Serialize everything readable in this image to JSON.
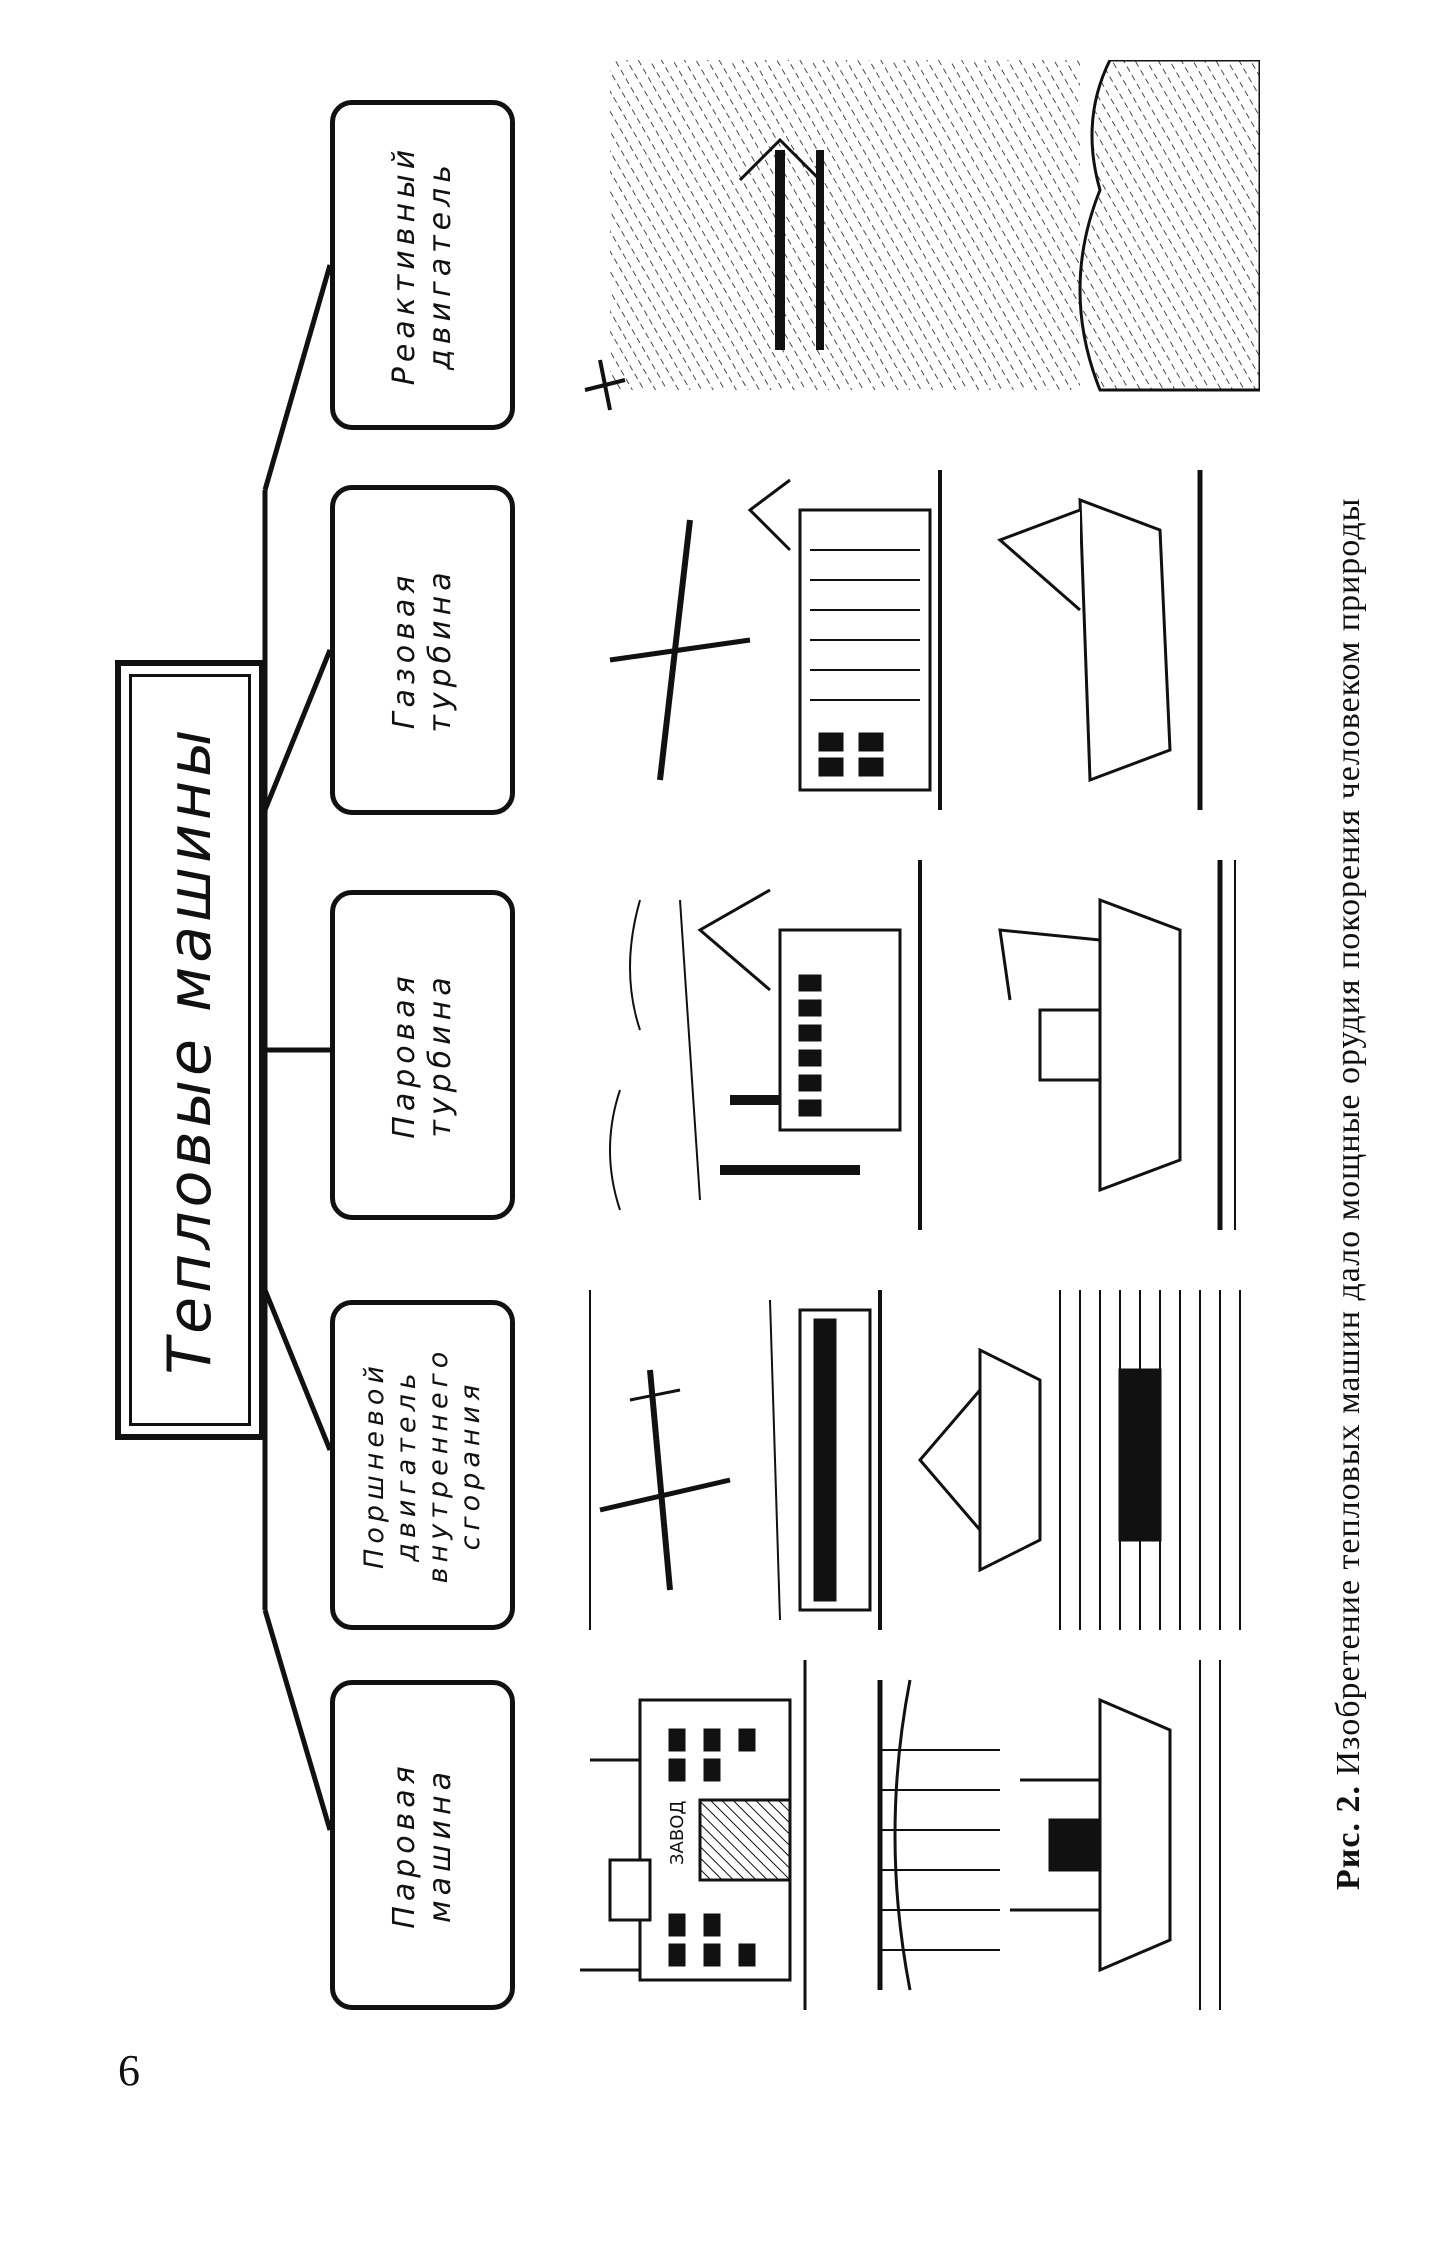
{
  "page_number": "6",
  "diagram": {
    "title": "Тепловые машины",
    "children": [
      {
        "label": "Паровая\nмашина"
      },
      {
        "label": "Поршневой\nдвигатель\nвнутреннего\nсгорания"
      },
      {
        "label": "Паровая\nтурбина"
      },
      {
        "label": "Газовая\nтурбина"
      },
      {
        "label": "Реактивный\nдвигатель"
      }
    ],
    "illustration_text": "ЗАВОД"
  },
  "caption": {
    "label": "Рис. 2.",
    "text": "Изобретение тепловых машин дало мощные орудия покорения человеком природы"
  }
}
